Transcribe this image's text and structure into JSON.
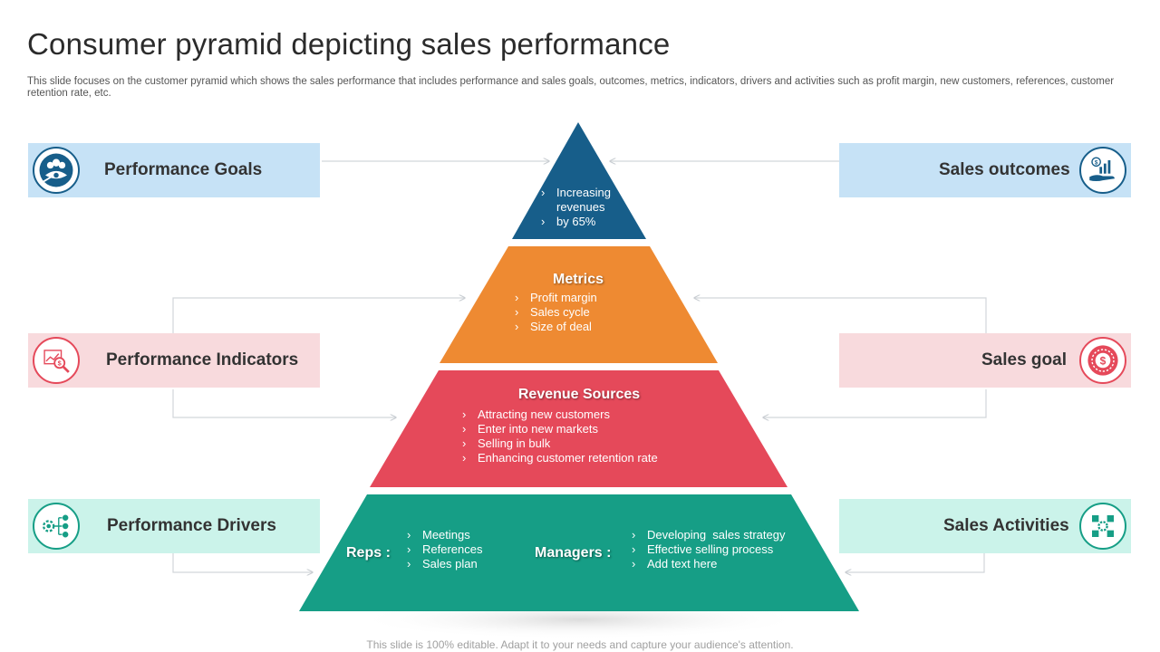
{
  "title": "Consumer pyramid depicting sales performance",
  "subtitle": "This slide focuses on the customer pyramid which shows the sales performance that includes performance and sales goals, outcomes, metrics, indicators, drivers and activities such as profit margin, new customers, references, customer retention rate, etc.",
  "footer": "This slide is 100% editable. Adapt it to your needs and capture your audience's attention.",
  "colors": {
    "navy": "#175e8a",
    "orange": "#ee8a32",
    "red": "#e5495a",
    "teal": "#169e86"
  },
  "left_boxes": [
    {
      "label": "Performance Goals",
      "icon": "team-target-icon"
    },
    {
      "label": "Performance Indicators",
      "icon": "chart-magnifier-dollar-icon"
    },
    {
      "label": "Performance Drivers",
      "icon": "network-gear-icon"
    }
  ],
  "right_boxes": [
    {
      "label": "Sales outcomes",
      "icon": "hand-dollar-chart-icon"
    },
    {
      "label": "Sales goal",
      "icon": "target-dollar-icon"
    },
    {
      "label": "Sales Activities",
      "icon": "grid-gear-icon"
    }
  ],
  "pyramid": {
    "tier1": {
      "items": [
        "Increasing",
        "revenues",
        "by 65%"
      ]
    },
    "tier2": {
      "title": "Metrics",
      "items": [
        "Profit margin",
        "Sales cycle",
        "Size of deal"
      ]
    },
    "tier3": {
      "title": "Revenue Sources",
      "items": [
        "Attracting new customers",
        "Enter into new markets",
        "Selling in bulk",
        "Enhancing customer retention rate"
      ]
    },
    "tier4": {
      "reps_label": "Reps :",
      "reps_items": [
        "Meetings",
        "References",
        "Sales plan"
      ],
      "managers_label": "Managers :",
      "managers_items": [
        "Developing  sales strategy",
        "Effective selling process",
        "Add text here"
      ]
    }
  }
}
